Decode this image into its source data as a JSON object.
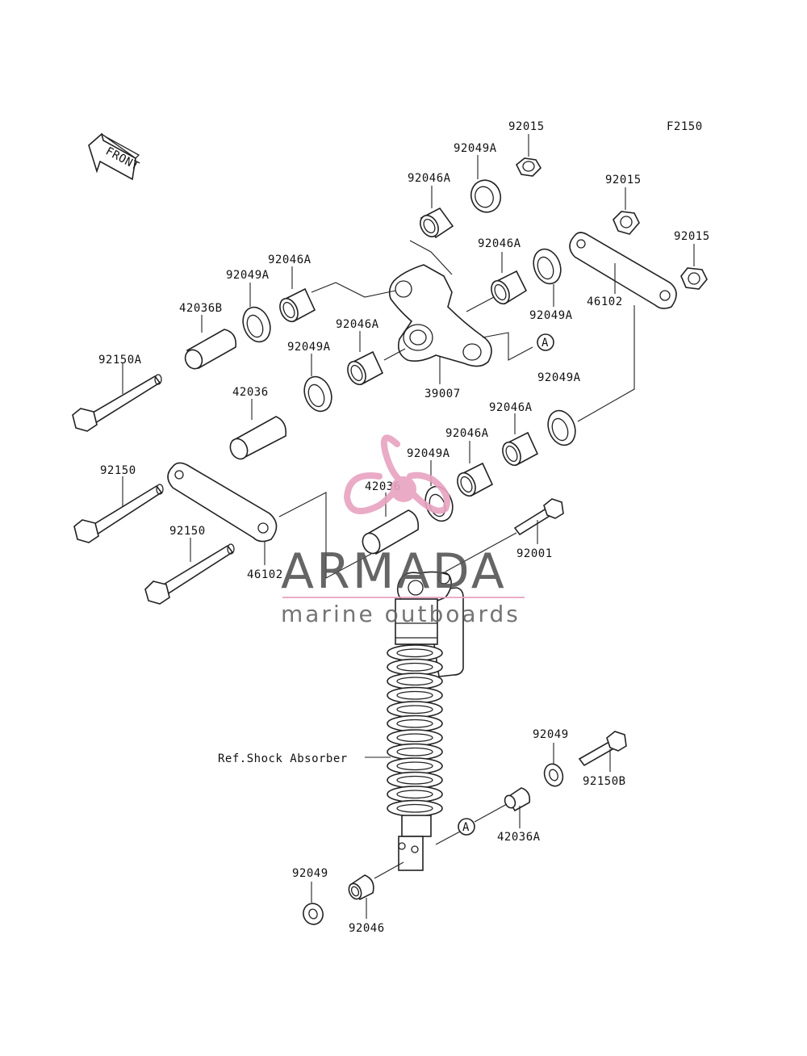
{
  "figure_code": "F2150",
  "front_label": "FRONT",
  "ref_label": "Ref.Shock Absorber",
  "callout_letter": "A",
  "labels": {
    "l92015a": "92015",
    "l92049a_top": "92049A",
    "l92046a_top": "92046A",
    "l92015b": "92015",
    "l92015c": "92015",
    "l92046a_mid": "92046A",
    "l92049a_mid": "92049A",
    "l46102_top": "46102",
    "l92046a_left": "92046A",
    "l92049a_left": "92049A",
    "l42036b": "42036B",
    "l92046a_center": "92046A",
    "l92049a_center": "92049A",
    "l39007": "39007",
    "l92150a": "92150A",
    "l92049a_right": "92049A",
    "l42036": "42036",
    "l92046a_low": "92046A",
    "l92046a_low2": "92046A",
    "l92049a_low": "92049A",
    "l92150_top": "92150",
    "l42036_low": "42036",
    "l92001": "92001",
    "l92150_bot": "92150",
    "l46102_bot": "46102",
    "l92049_right": "92049",
    "l92150b": "92150B",
    "l42036a": "42036A",
    "l92049_bot": "92049",
    "l92046_bot": "92046"
  },
  "watermark": {
    "brand": "ARMADA",
    "tagline": "marine outboards",
    "brand_color": "#555555",
    "accent_color": "#e8a3c0"
  },
  "colors": {
    "line": "#222222",
    "background": "#ffffff"
  }
}
